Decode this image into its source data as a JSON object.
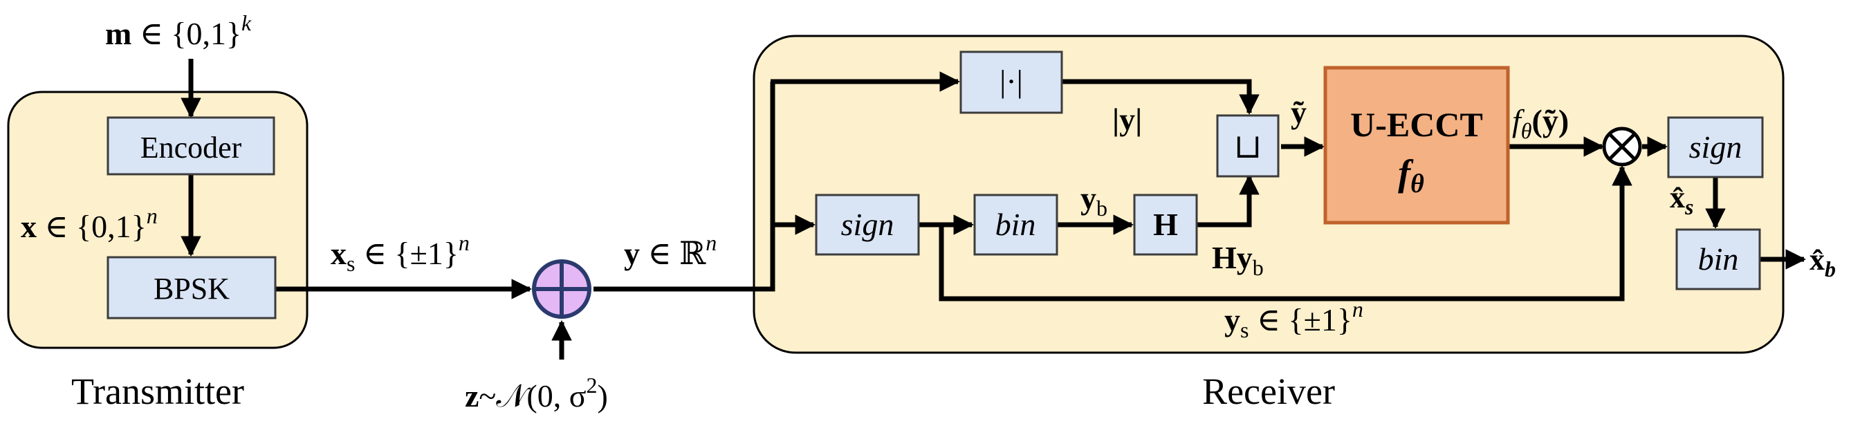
{
  "containers": {
    "transmitter_label": "Transmitter",
    "receiver_label": "Receiver"
  },
  "blocks": {
    "encoder": "Encoder",
    "bpsk": "BPSK",
    "abs": "|·|",
    "sign1": "sign",
    "bin1": "bin",
    "H": "H",
    "concat": "⊔",
    "model_name": "U-ECCT",
    "model_symbol": "f",
    "model_symbol_sub": "θ",
    "sign2": "sign",
    "bin2": "bin"
  },
  "operators": {
    "adder": "⊕",
    "multiplier": "⊗"
  },
  "math_labels": {
    "m_bold": "m",
    "m_rest": " ∈ {0,1}",
    "m_sup": "k",
    "x_bold": "x",
    "x_rest": " ∈ {0,1}",
    "x_sup": "n",
    "xs_bold": "x",
    "xs_sub": "s",
    "xs_rest": " ∈ {±1}",
    "xs_sup": "n",
    "y_bold": "y",
    "y_rest": " ∈ ℝ",
    "y_sup": "n",
    "z_bold": "z",
    "z_rest": "~𝒩(0, σ",
    "z_sup": "2",
    "z_close": ")",
    "abs_y": "|y|",
    "y_tilde": "ỹ",
    "yb_bold": "y",
    "yb_sub": "b",
    "Hyb_bold": "Hy",
    "Hyb_sub": "b",
    "f_name": "f",
    "f_sub": "θ",
    "f_arg": "(ỹ)",
    "xhat_s_bold": "x̂",
    "xhat_s_sub": "s",
    "ys_bold": "y",
    "ys_sub": "s",
    "ys_rest": " ∈ {±1}",
    "ys_sup": "n",
    "xhat_b_bold": "x̂",
    "xhat_b_sub": "b"
  },
  "colors": {
    "container_fill": "#fdf0cc",
    "block_fill": "#d9e4f5",
    "block_stroke": "#3c3c3c",
    "model_fill": "#f3b184",
    "model_stroke": "#c0622d",
    "adder_fill": "#e4b8f5",
    "adder_stroke": "#2b3a6e"
  }
}
